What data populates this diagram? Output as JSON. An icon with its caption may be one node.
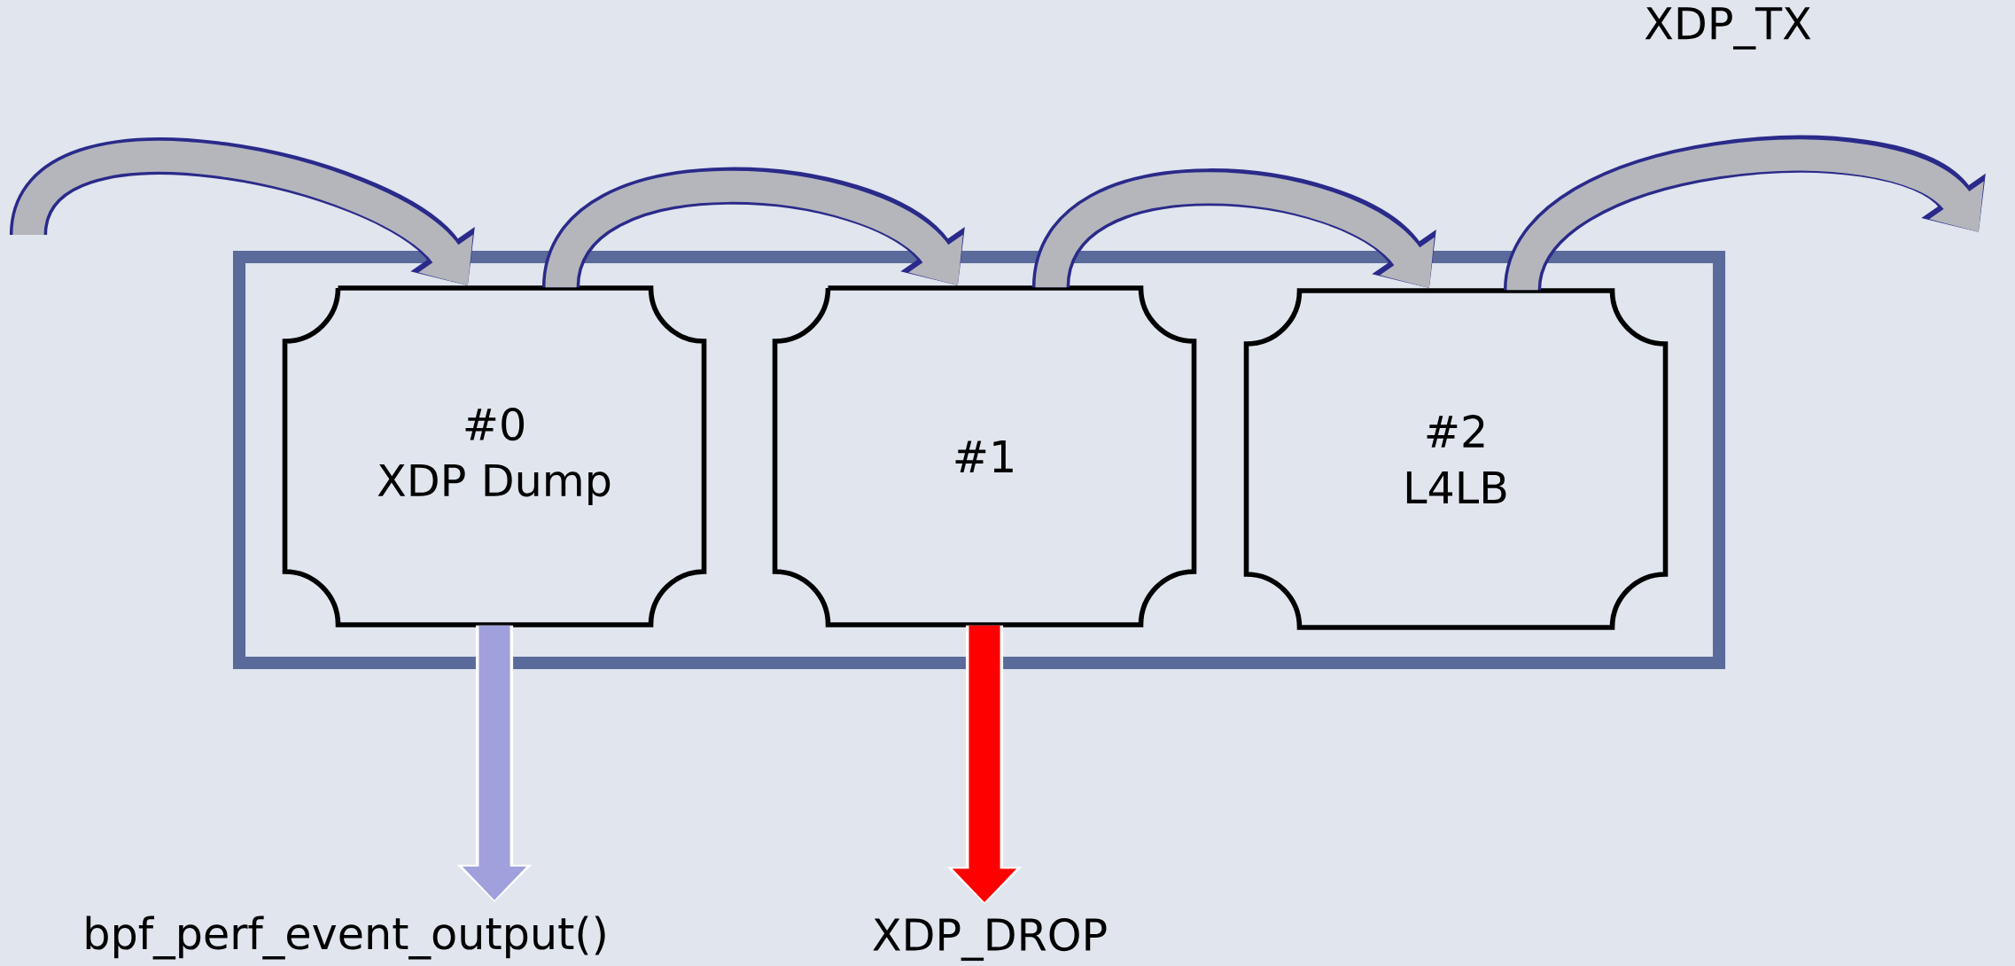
{
  "diagram": {
    "nodes": [
      {
        "text": [],
        "shape": "box"
      },
      {
        "text": [
          "#0",
          "XDP Dump"
        ],
        "in": 0
      },
      {
        "text": [
          "#1"
        ],
        "in": 0
      },
      {
        "text": [
          "#2",
          "L4LB"
        ],
        "in": 0
      },
      {
        "text": [
          "bpf_perf_event_output()"
        ]
      },
      {
        "text": [
          "XDP_DROP"
        ]
      }
    ],
    "edges": [
      {
        "from": null,
        "to": 1,
        "arrow": "to",
        "color": "#b4b6bc"
      },
      {
        "from": 1,
        "to": 2,
        "arrow": "to",
        "color": "#b4b6bc"
      },
      {
        "from": 2,
        "to": 3,
        "arrow": "to",
        "color": "#b4b6bc"
      },
      {
        "from": 3,
        "to": null,
        "arrow": "to",
        "color": "#b4b6bc"
      },
      {
        "from": 1,
        "to": 4,
        "arrow": "to",
        "color": "#a0a0dc"
      },
      {
        "from": 2,
        "to": 5,
        "arrow": "to",
        "color": "#ff0000"
      }
    ],
    "labels": [
      "XDP_TX"
    ]
  }
}
